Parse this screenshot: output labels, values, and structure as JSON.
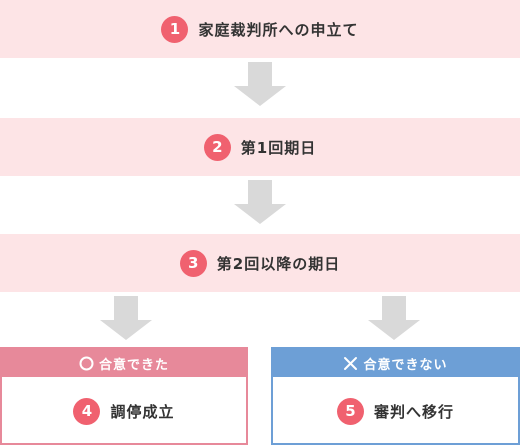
{
  "colors": {
    "step_bg": "#fde4e6",
    "badge": "#f0616f",
    "arrow": "#d9d9d9",
    "success_header": "#e7899a",
    "fail_header": "#6d9fd6",
    "text": "#333333"
  },
  "steps": [
    {
      "number": "1",
      "label": "家庭裁判所への申立て"
    },
    {
      "number": "2",
      "label": "第1回期日"
    },
    {
      "number": "3",
      "label": "第2回以降の期日"
    }
  ],
  "outcomes": {
    "success": {
      "mark_icon": "circle-icon",
      "header": "合意できた",
      "number": "4",
      "label": "調停成立"
    },
    "fail": {
      "mark_icon": "cross-icon",
      "header": "合意できない",
      "number": "5",
      "label": "審判へ移行"
    }
  }
}
